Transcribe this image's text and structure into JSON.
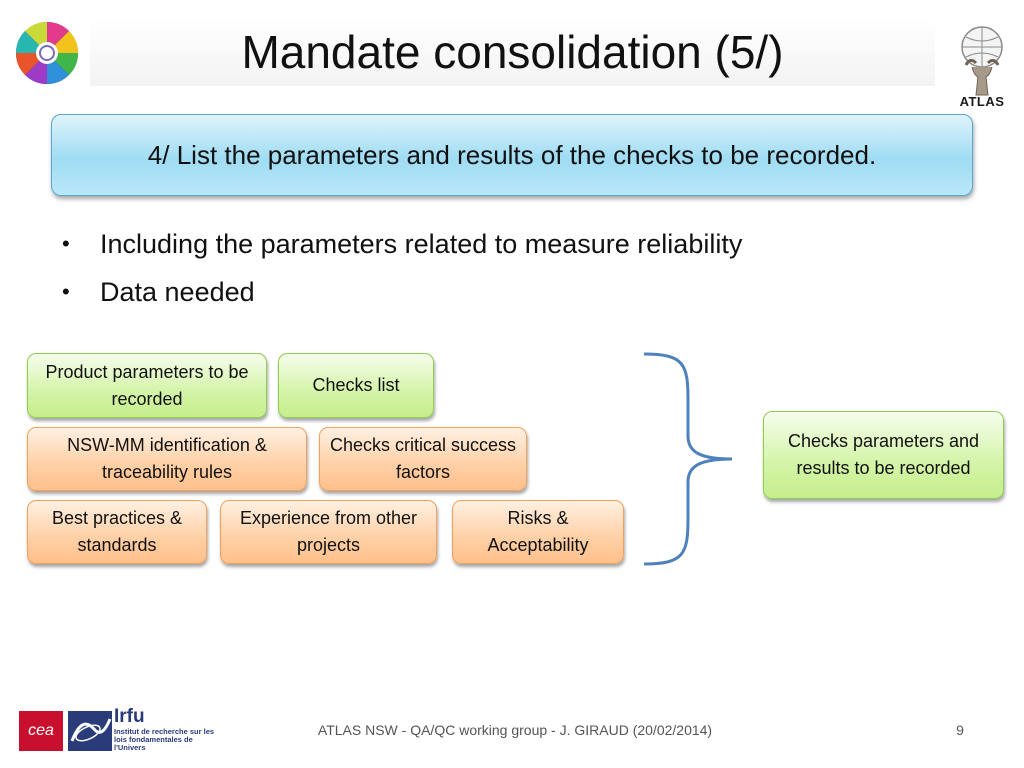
{
  "slide": {
    "title": "Mandate consolidation (5/)",
    "callout": "4/ List the parameters and results of the checks to be recorded.",
    "bullets": [
      "Including the parameters related to measure reliability",
      "Data needed"
    ],
    "inputs": {
      "product_parameters": "Product parameters to be recorded",
      "checks_list": "Checks list",
      "identification_rules": "NSW-MM identification & traceability rules",
      "critical_factors": "Checks critical success factors",
      "best_practices": "Best practices & standards",
      "experience": "Experience from other projects",
      "risks": "Risks & Acceptability"
    },
    "output": "Checks parameters and results to be recorded"
  },
  "logos": {
    "atlas": "ATLAS",
    "cea": "cea",
    "irfu": "Irfu",
    "irfu_subtitle": "Institut de recherche sur les lois fondamentales de l'Univers"
  },
  "footer": {
    "text": "ATLAS NSW - QA/QC working group - J. GIRAUD (20/02/2014)",
    "page_number": "9"
  },
  "colors": {
    "green_box": "#d4f4a8",
    "orange_box": "#ffd0a6",
    "callout": "#9fdcf3",
    "brace": "#4f81bd"
  }
}
